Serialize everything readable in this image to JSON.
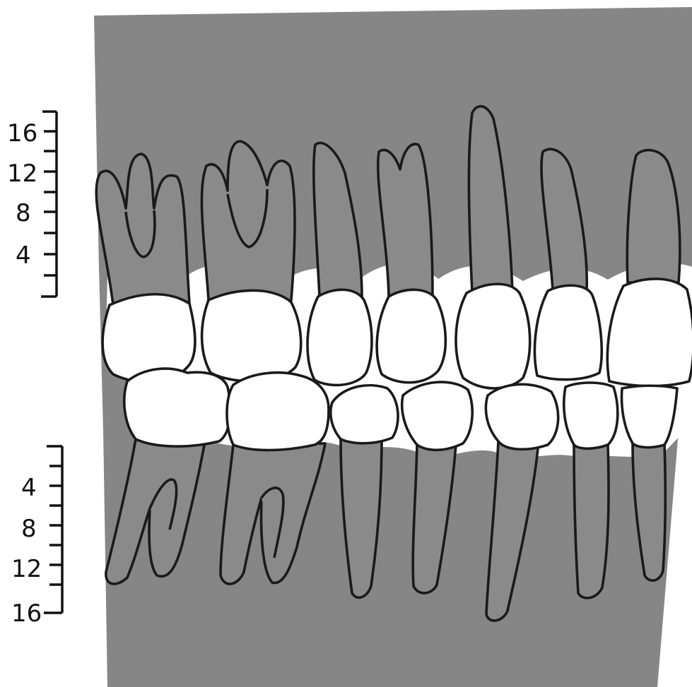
{
  "upper_scale": {
    "labels": [
      "16",
      "12",
      "8",
      "4"
    ]
  },
  "lower_scale": {
    "labels": [
      "4",
      "8",
      "12",
      "16"
    ]
  },
  "colors": {
    "background": "#ffffff",
    "bone": "#868686",
    "outline": "#1a1a1a",
    "crown": "#ffffff"
  }
}
